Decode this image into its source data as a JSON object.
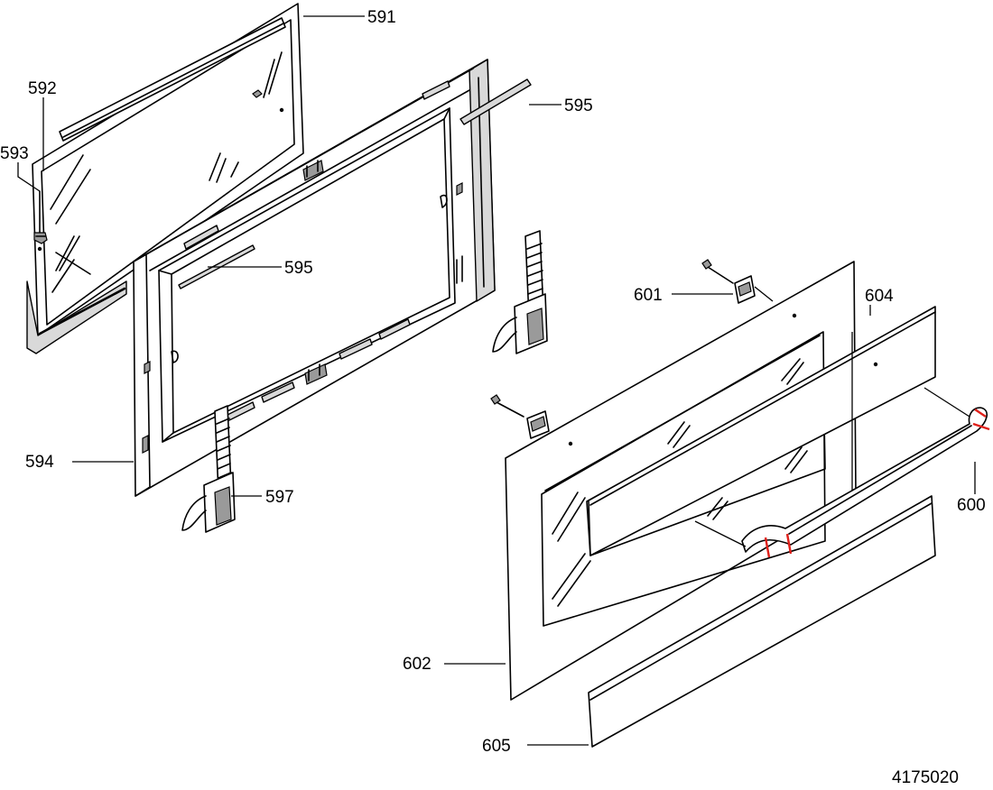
{
  "diagram": {
    "document_number": "4175020",
    "labels": {
      "l591": "591",
      "l592": "592",
      "l593": "593",
      "l594": "594",
      "l595a": "595",
      "l595b": "595",
      "l597": "597",
      "l600": "600",
      "l601": "601",
      "l602": "602",
      "l604": "604",
      "l605": "605"
    },
    "colors": {
      "line": "#000000",
      "background": "#ffffff",
      "hose_marker": "#e0201a"
    }
  }
}
